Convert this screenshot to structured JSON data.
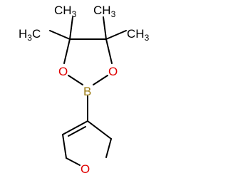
{
  "molecule": {
    "labels": {
      "methyl_top_left": "H3C",
      "methyl_top_mid_left": "CH3",
      "methyl_top_mid_right": "CH3",
      "methyl_top_right": "CH3",
      "ring_oxygen_left": "O",
      "ring_oxygen_right": "O",
      "boron": "B",
      "furan_oxygen": "O"
    },
    "colors": {
      "bond": "#000000",
      "carbon_text": "#000000",
      "oxygen": "#e00000",
      "boron": "#9b7a10",
      "background": "#ffffff"
    }
  }
}
